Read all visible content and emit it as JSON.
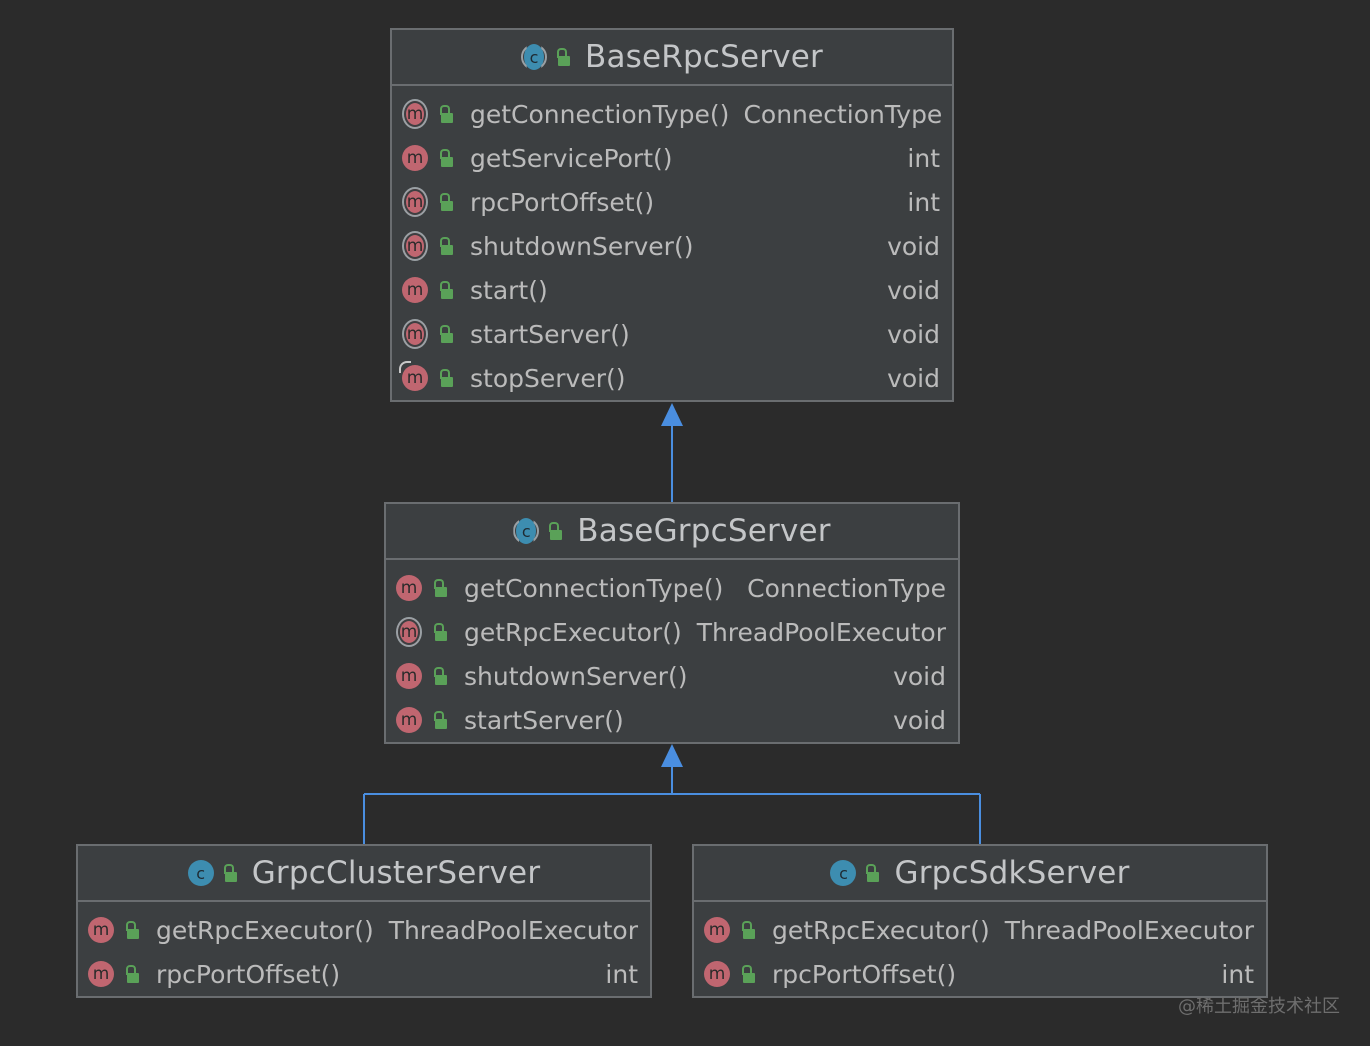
{
  "colors": {
    "background": "#2b2b2b",
    "box_fill": "#3c3f41",
    "box_border": "#6a6d70",
    "text": "#bbbbbb",
    "class_icon": "#3d8db0",
    "method_icon": "#c06670",
    "visibility_icon": "#5aa158",
    "inheritance_arrow": "#4a8ee0"
  },
  "classes": [
    {
      "name": "BaseRpcServer",
      "icon": "abstract-class-icon",
      "members": [
        {
          "name": "getConnectionType()",
          "type": "ConnectionType",
          "icon": "abstract-method-icon"
        },
        {
          "name": "getServicePort()",
          "type": "int",
          "icon": "method-icon"
        },
        {
          "name": "rpcPortOffset()",
          "type": "int",
          "icon": "abstract-method-icon"
        },
        {
          "name": "shutdownServer()",
          "type": "void",
          "icon": "abstract-method-icon"
        },
        {
          "name": "start()",
          "type": "void",
          "icon": "method-icon"
        },
        {
          "name": "startServer()",
          "type": "void",
          "icon": "abstract-method-icon"
        },
        {
          "name": "stopServer()",
          "type": "void",
          "icon": "overriding-method-icon"
        }
      ]
    },
    {
      "name": "BaseGrpcServer",
      "icon": "abstract-class-icon",
      "members": [
        {
          "name": "getConnectionType()",
          "type": "ConnectionType",
          "icon": "method-icon"
        },
        {
          "name": "getRpcExecutor()",
          "type": "ThreadPoolExecutor",
          "icon": "abstract-method-icon"
        },
        {
          "name": "shutdownServer()",
          "type": "void",
          "icon": "method-icon"
        },
        {
          "name": "startServer()",
          "type": "void",
          "icon": "method-icon"
        }
      ]
    },
    {
      "name": "GrpcClusterServer",
      "icon": "class-icon",
      "members": [
        {
          "name": "getRpcExecutor()",
          "type": "ThreadPoolExecutor",
          "icon": "method-icon"
        },
        {
          "name": "rpcPortOffset()",
          "type": "int",
          "icon": "method-icon"
        }
      ]
    },
    {
      "name": "GrpcSdkServer",
      "icon": "class-icon",
      "members": [
        {
          "name": "getRpcExecutor()",
          "type": "ThreadPoolExecutor",
          "icon": "method-icon"
        },
        {
          "name": "rpcPortOffset()",
          "type": "int",
          "icon": "method-icon"
        }
      ]
    }
  ],
  "icon_glyphs": {
    "class": "c",
    "method": "m"
  },
  "watermark": "@稀土掘金技术社区"
}
